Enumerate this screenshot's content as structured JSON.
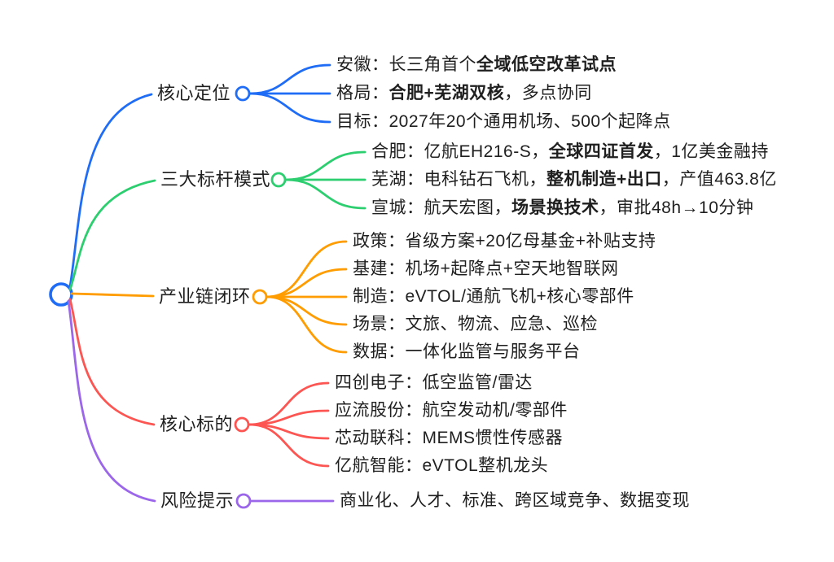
{
  "mindmap": {
    "text_color": "#1f1f1f",
    "background": "#ffffff",
    "root": {
      "shape": "circle",
      "color": "#1f6df6"
    },
    "branches": [
      {
        "id": "core-positioning",
        "label": "核心定位",
        "color": "#1f6df6",
        "children": [
          {
            "segments": [
              {
                "text": "安徽：长三角首个",
                "bold": false
              },
              {
                "text": "全域低空改革试点",
                "bold": true
              }
            ]
          },
          {
            "segments": [
              {
                "text": "格局：",
                "bold": false
              },
              {
                "text": "合肥+芜湖双核",
                "bold": true
              },
              {
                "text": "，多点协同",
                "bold": false
              }
            ]
          },
          {
            "segments": [
              {
                "text": "目标：2027年20个通用机场、500个起降点",
                "bold": false
              }
            ]
          }
        ]
      },
      {
        "id": "benchmark-models",
        "label": "三大标杆模式",
        "color": "#2cce6f",
        "children": [
          {
            "segments": [
              {
                "text": "合肥：亿航EH216-S，",
                "bold": false
              },
              {
                "text": "全球四证首发",
                "bold": true
              },
              {
                "text": "，1亿美金融持",
                "bold": false
              }
            ]
          },
          {
            "segments": [
              {
                "text": "芜湖：电科钻石飞机，",
                "bold": false
              },
              {
                "text": "整机制造+出口",
                "bold": true
              },
              {
                "text": "，产值463.8亿",
                "bold": false
              }
            ]
          },
          {
            "segments": [
              {
                "text": "宣城：航天宏图，",
                "bold": false
              },
              {
                "text": "场景换技术",
                "bold": true
              },
              {
                "text": "，审批48h→10分钟",
                "bold": false
              }
            ]
          }
        ]
      },
      {
        "id": "industry-chain",
        "label": "产业链闭环",
        "color": "#ff9d00",
        "children": [
          {
            "segments": [
              {
                "text": "政策：省级方案+20亿母基金+补贴支持",
                "bold": false
              }
            ]
          },
          {
            "segments": [
              {
                "text": "基建：机场+起降点+空天地智联网",
                "bold": false
              }
            ]
          },
          {
            "segments": [
              {
                "text": "制造：eVTOL/通航飞机+核心零部件",
                "bold": false
              }
            ]
          },
          {
            "segments": [
              {
                "text": "场景：文旅、物流、应急、巡检",
                "bold": false
              }
            ]
          },
          {
            "segments": [
              {
                "text": "数据：一体化监管与服务平台",
                "bold": false
              }
            ]
          }
        ]
      },
      {
        "id": "core-stocks",
        "label": "核心标的",
        "color": "#fc5552",
        "children": [
          {
            "segments": [
              {
                "text": "四创电子：低空监管/雷达",
                "bold": false
              }
            ]
          },
          {
            "segments": [
              {
                "text": "应流股份：航空发动机/零部件",
                "bold": false
              }
            ]
          },
          {
            "segments": [
              {
                "text": "芯动联科：MEMS惯性传感器",
                "bold": false
              }
            ]
          },
          {
            "segments": [
              {
                "text": "亿航智能：eVTOL整机龙头",
                "bold": false
              }
            ]
          }
        ]
      },
      {
        "id": "risk-warning",
        "label": "风险提示",
        "color": "#9b66ea",
        "children": [
          {
            "segments": [
              {
                "text": "商业化、人才、标准、跨区域竞争、数据变现",
                "bold": false
              }
            ]
          }
        ]
      }
    ]
  }
}
